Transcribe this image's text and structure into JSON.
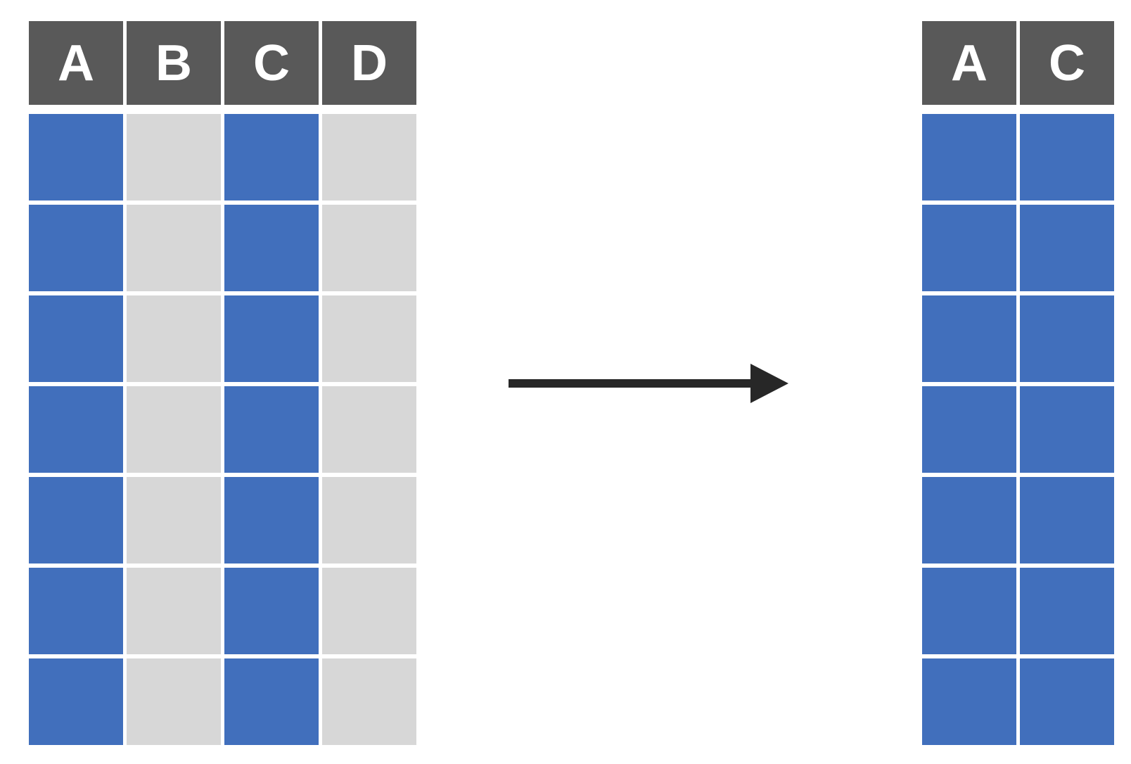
{
  "colors": {
    "background": "#FFFFFF",
    "selected_column": "#416FBC",
    "unselected_column": "#D7D7D7",
    "header_fill": "#595959",
    "header_text": "#FFFFFF",
    "arrow": "#272727"
  },
  "source_table": {
    "columns": [
      {
        "label": "A",
        "selected": true
      },
      {
        "label": "B",
        "selected": false
      },
      {
        "label": "C",
        "selected": true
      },
      {
        "label": "D",
        "selected": false
      }
    ],
    "row_count": 7
  },
  "arrow": {
    "direction": "right"
  },
  "result_table": {
    "columns": [
      {
        "label": "A",
        "selected": true
      },
      {
        "label": "C",
        "selected": true
      }
    ],
    "row_count": 7
  }
}
